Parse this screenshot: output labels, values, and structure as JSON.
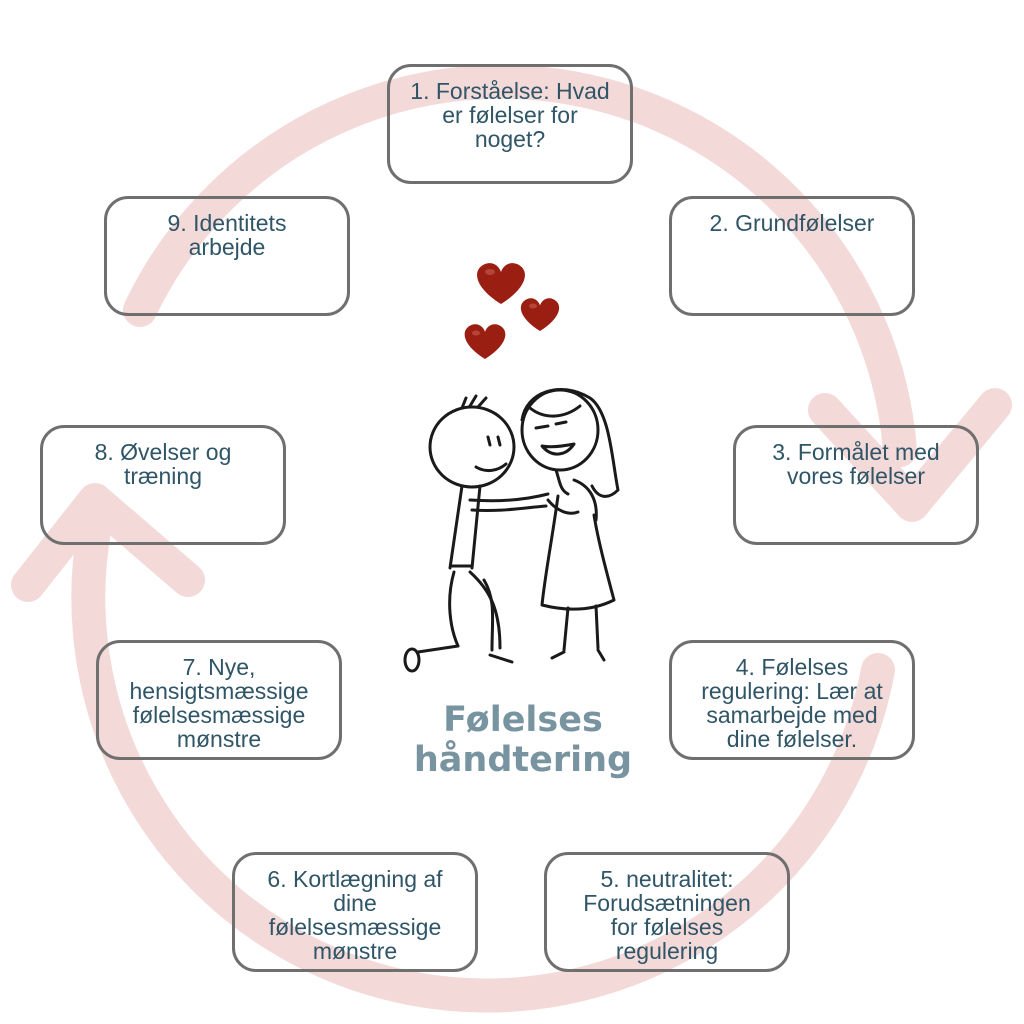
{
  "title": "Følelses\nhåndtering",
  "colors": {
    "cycle_arrow": "#f4d9d9",
    "box_border": "#6f6f6f",
    "step_text": "#2f5566",
    "title_text": "#7894a0",
    "heart": "#9b1e12"
  },
  "steps": [
    {
      "text": "1. Forståelse: Hvad\ner følelser for\nnoget?"
    },
    {
      "text": "2. Grundfølelser"
    },
    {
      "text": "3. Formålet med\nvores følelser"
    },
    {
      "text": "4. Følelses\nregulering: Lær at\nsamarbejde med\ndine følelser."
    },
    {
      "text": "5. neutralitet:\nForudsætningen\nfor følelses\nregulering"
    },
    {
      "text": "6. Kortlægning af\ndine\nfølelsesmæssige\nmønstre"
    },
    {
      "text": "7. Nye,\nhensigtsmæssige\nfølelsesmæssige\nmønstre"
    },
    {
      "text": "8. Øvelser og\ntræning"
    },
    {
      "text": "9. Identitets\narbejde"
    }
  ],
  "icons": [
    "heart-icon",
    "couple-illustration",
    "cycle-arrow"
  ]
}
